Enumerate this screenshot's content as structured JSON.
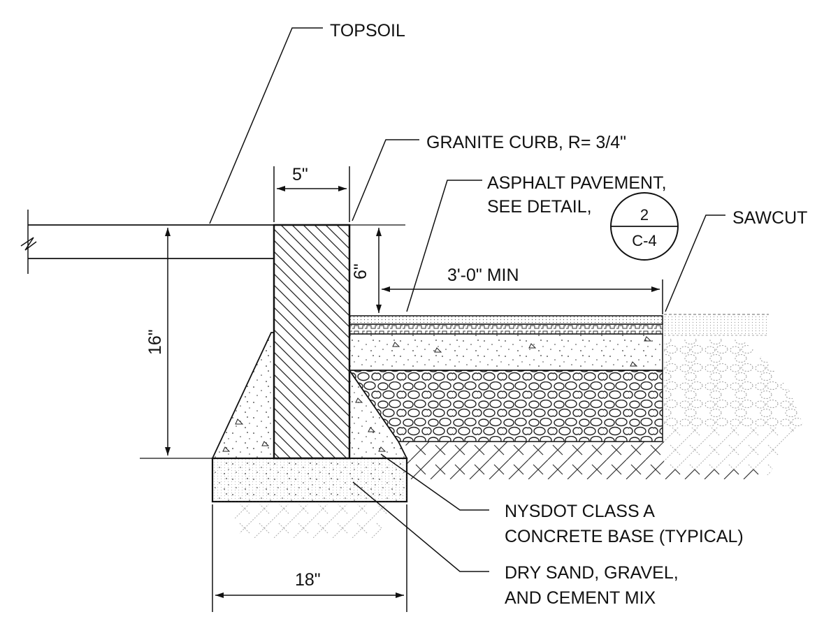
{
  "labels": {
    "topsoil": "TOPSOIL",
    "granite_curb": "GRANITE CURB, R= 3/4\"",
    "asphalt_line1": "ASPHALT PAVEMENT,",
    "asphalt_line2": "SEE DETAIL,",
    "sawcut": "SAWCUT",
    "concrete_line1": "NYSDOT CLASS A",
    "concrete_line2": "CONCRETE BASE (TYPICAL)",
    "mix_line1": "DRY SAND, GRAVEL,",
    "mix_line2": "AND CEMENT MIX"
  },
  "detail_ref": {
    "number": "2",
    "sheet": "C-4"
  },
  "dimensions": {
    "curb_width": "5\"",
    "curb_reveal": "6\"",
    "curb_height": "16\"",
    "pavement_width": "3'-0\" MIN",
    "base_width": "18\""
  }
}
